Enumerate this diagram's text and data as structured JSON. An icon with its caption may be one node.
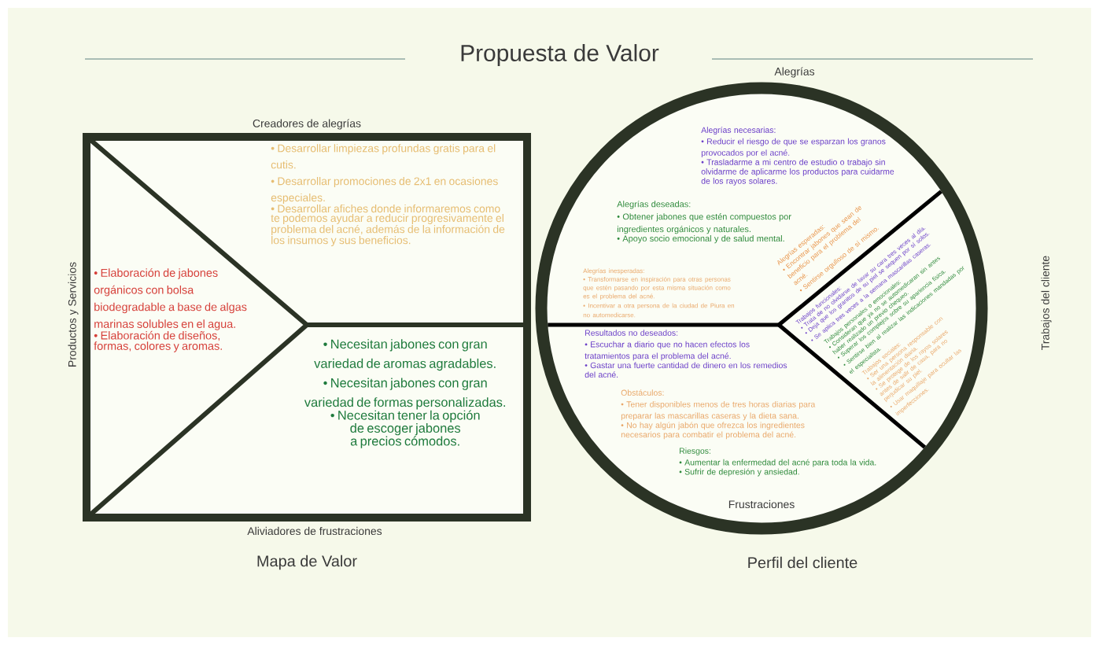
{
  "diagram": {
    "title": "Propuesta de Valor",
    "nodes": [
      {
        "text": [
          "Mapa de Valor"
        ]
      },
      {
        "text": [
          "Productos y Servicios",
          "• Elaboración de jabones orgánicos con bolsa biodegradable a base de algas marinas solubles en el agua.",
          "• Elaboración de diseños, formas, colores y aromas."
        ],
        "in": 0
      },
      {
        "text": [
          "Creadores de alegrías",
          "• Desarrollar limpiezas profundas gratis para el cutis.",
          "• Desarrollar promociones de 2x1 en ocasiones especiales.",
          "• Desarrollar afiches donde informaremos como te podemos ayudar a reducir progresivamente el problema del acné, además de la información de los insumos y sus beneficios."
        ],
        "in": 0
      },
      {
        "text": [
          "Aliviadores de frustraciones",
          "• Necesitan jabones con gran variedad de aromas agradables.",
          "• Necesitan jabones con gran variedad de formas personalizadas.",
          "• Necesitan tener la opción de escoger jabones a precios cómodos."
        ],
        "in": 0
      },
      {
        "text": [
          "Perfil del cliente"
        ]
      },
      {
        "text": [
          "Alegrías",
          "Alegrías necesarias:",
          "• Reducir el riesgo de que se esparzan los granos provocados por el acné.",
          "• Trasladarme a mi centro de estudio o trabajo sin olvidarme de aplicarme los productos para cuidarme de los rayos solares.",
          "Alegrías deseadas:",
          "• Obtener jabones que estén compuestos por ingredientes orgánicos y naturales.",
          "• Apoyo socio emocional y de salud mental.",
          "Alegrías inesperadas:",
          "• Transformarse en inspiración para otras personas que estén pasando por esta misma situación como es el problema del acné.",
          "• Incentivar a otra persona de la ciudad de Piura en no automedicarse.",
          "Alegrías esperadas:",
          "• Encontrar jabones que sean de beneficio para el problema del acné.",
          "• Sentirse orgulloso de sí mismo."
        ],
        "in": 4
      },
      {
        "text": [
          "Trabajos del cliente",
          "Trabajos funcionales:",
          "• Trata de no olvidarse de lavar su cara tres veces al día.",
          "• Deja que los granitos de su piel se sequen por sí solos.",
          "• Se aplica tres veces a la semana mascarillas caseras.",
          "Trabajos personales o emocionales:",
          "• Consideran que ya no se automedicaran sin antes haber realizado un previo chequeo.",
          "• Superar los complejos sobre su apariencia física.",
          "• Sentirse bien al realizar las indicaciones mandadas por el especialista.",
          "Trabajos sociales:",
          "• Ser una persona responsable con la alimentación diaria.",
          "• Se protege de los rayos solares antes de salir de casa, para no perjudicar su piel.",
          "• Usar maquillaje para ocultar las imperfecciones."
        ],
        "in": 4
      },
      {
        "text": [
          "Frustraciones",
          "Resultados no deseados:",
          "• Escuchar a diario que no hacen efectos los tratamientos para el problema del acné.",
          "• Gastar una fuerte cantidad de dinero en los remedios del acné.",
          "Obstáculos:",
          "• Tener disponibles menos de tres horas diarias para preparar las mascarillas caseras y la dieta sana.",
          "• No hay algún jabón que ofrezca los ingredientes necesarios para combatir el problema del acné.",
          "Riesgos:",
          "• Aumentar la enfermedad del acné para toda la vida.",
          "• Sufrir de depresión y ansiedad."
        ],
        "in": 4
      }
    ],
    "edges": []
  }
}
